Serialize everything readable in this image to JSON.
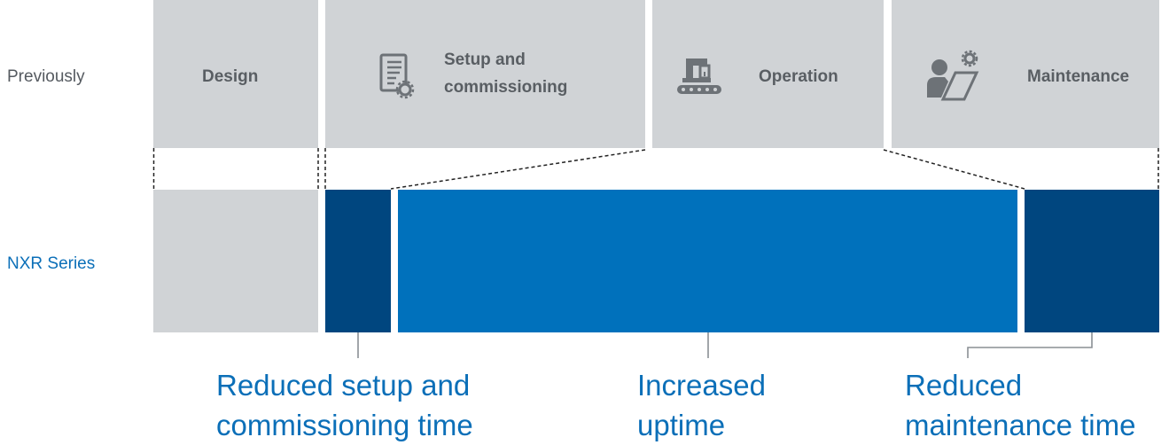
{
  "rows": {
    "previously": "Previously",
    "nxr": "NXR Series"
  },
  "phases": [
    {
      "title": "Design",
      "icon": ""
    },
    {
      "title_line1": "Setup and",
      "title_line2": "commissioning",
      "icon": "document-gear-icon"
    },
    {
      "title": "Operation",
      "icon": "robot-conveyor-icon"
    },
    {
      "title": "Maintenance",
      "icon": "technician-clipboard-gear-icon"
    }
  ],
  "callouts": [
    {
      "line1": "Reduced setup and",
      "line2": "commissioning time"
    },
    {
      "line1": "Increased",
      "line2": "uptime"
    },
    {
      "line1": "Reduced",
      "line2": "maintenance time"
    }
  ],
  "colors": {
    "phase_gray": "#d0d3d6",
    "dark_blue": "#00467f",
    "bright_blue": "#0071bc",
    "label_blue": "#0b6fb8"
  }
}
